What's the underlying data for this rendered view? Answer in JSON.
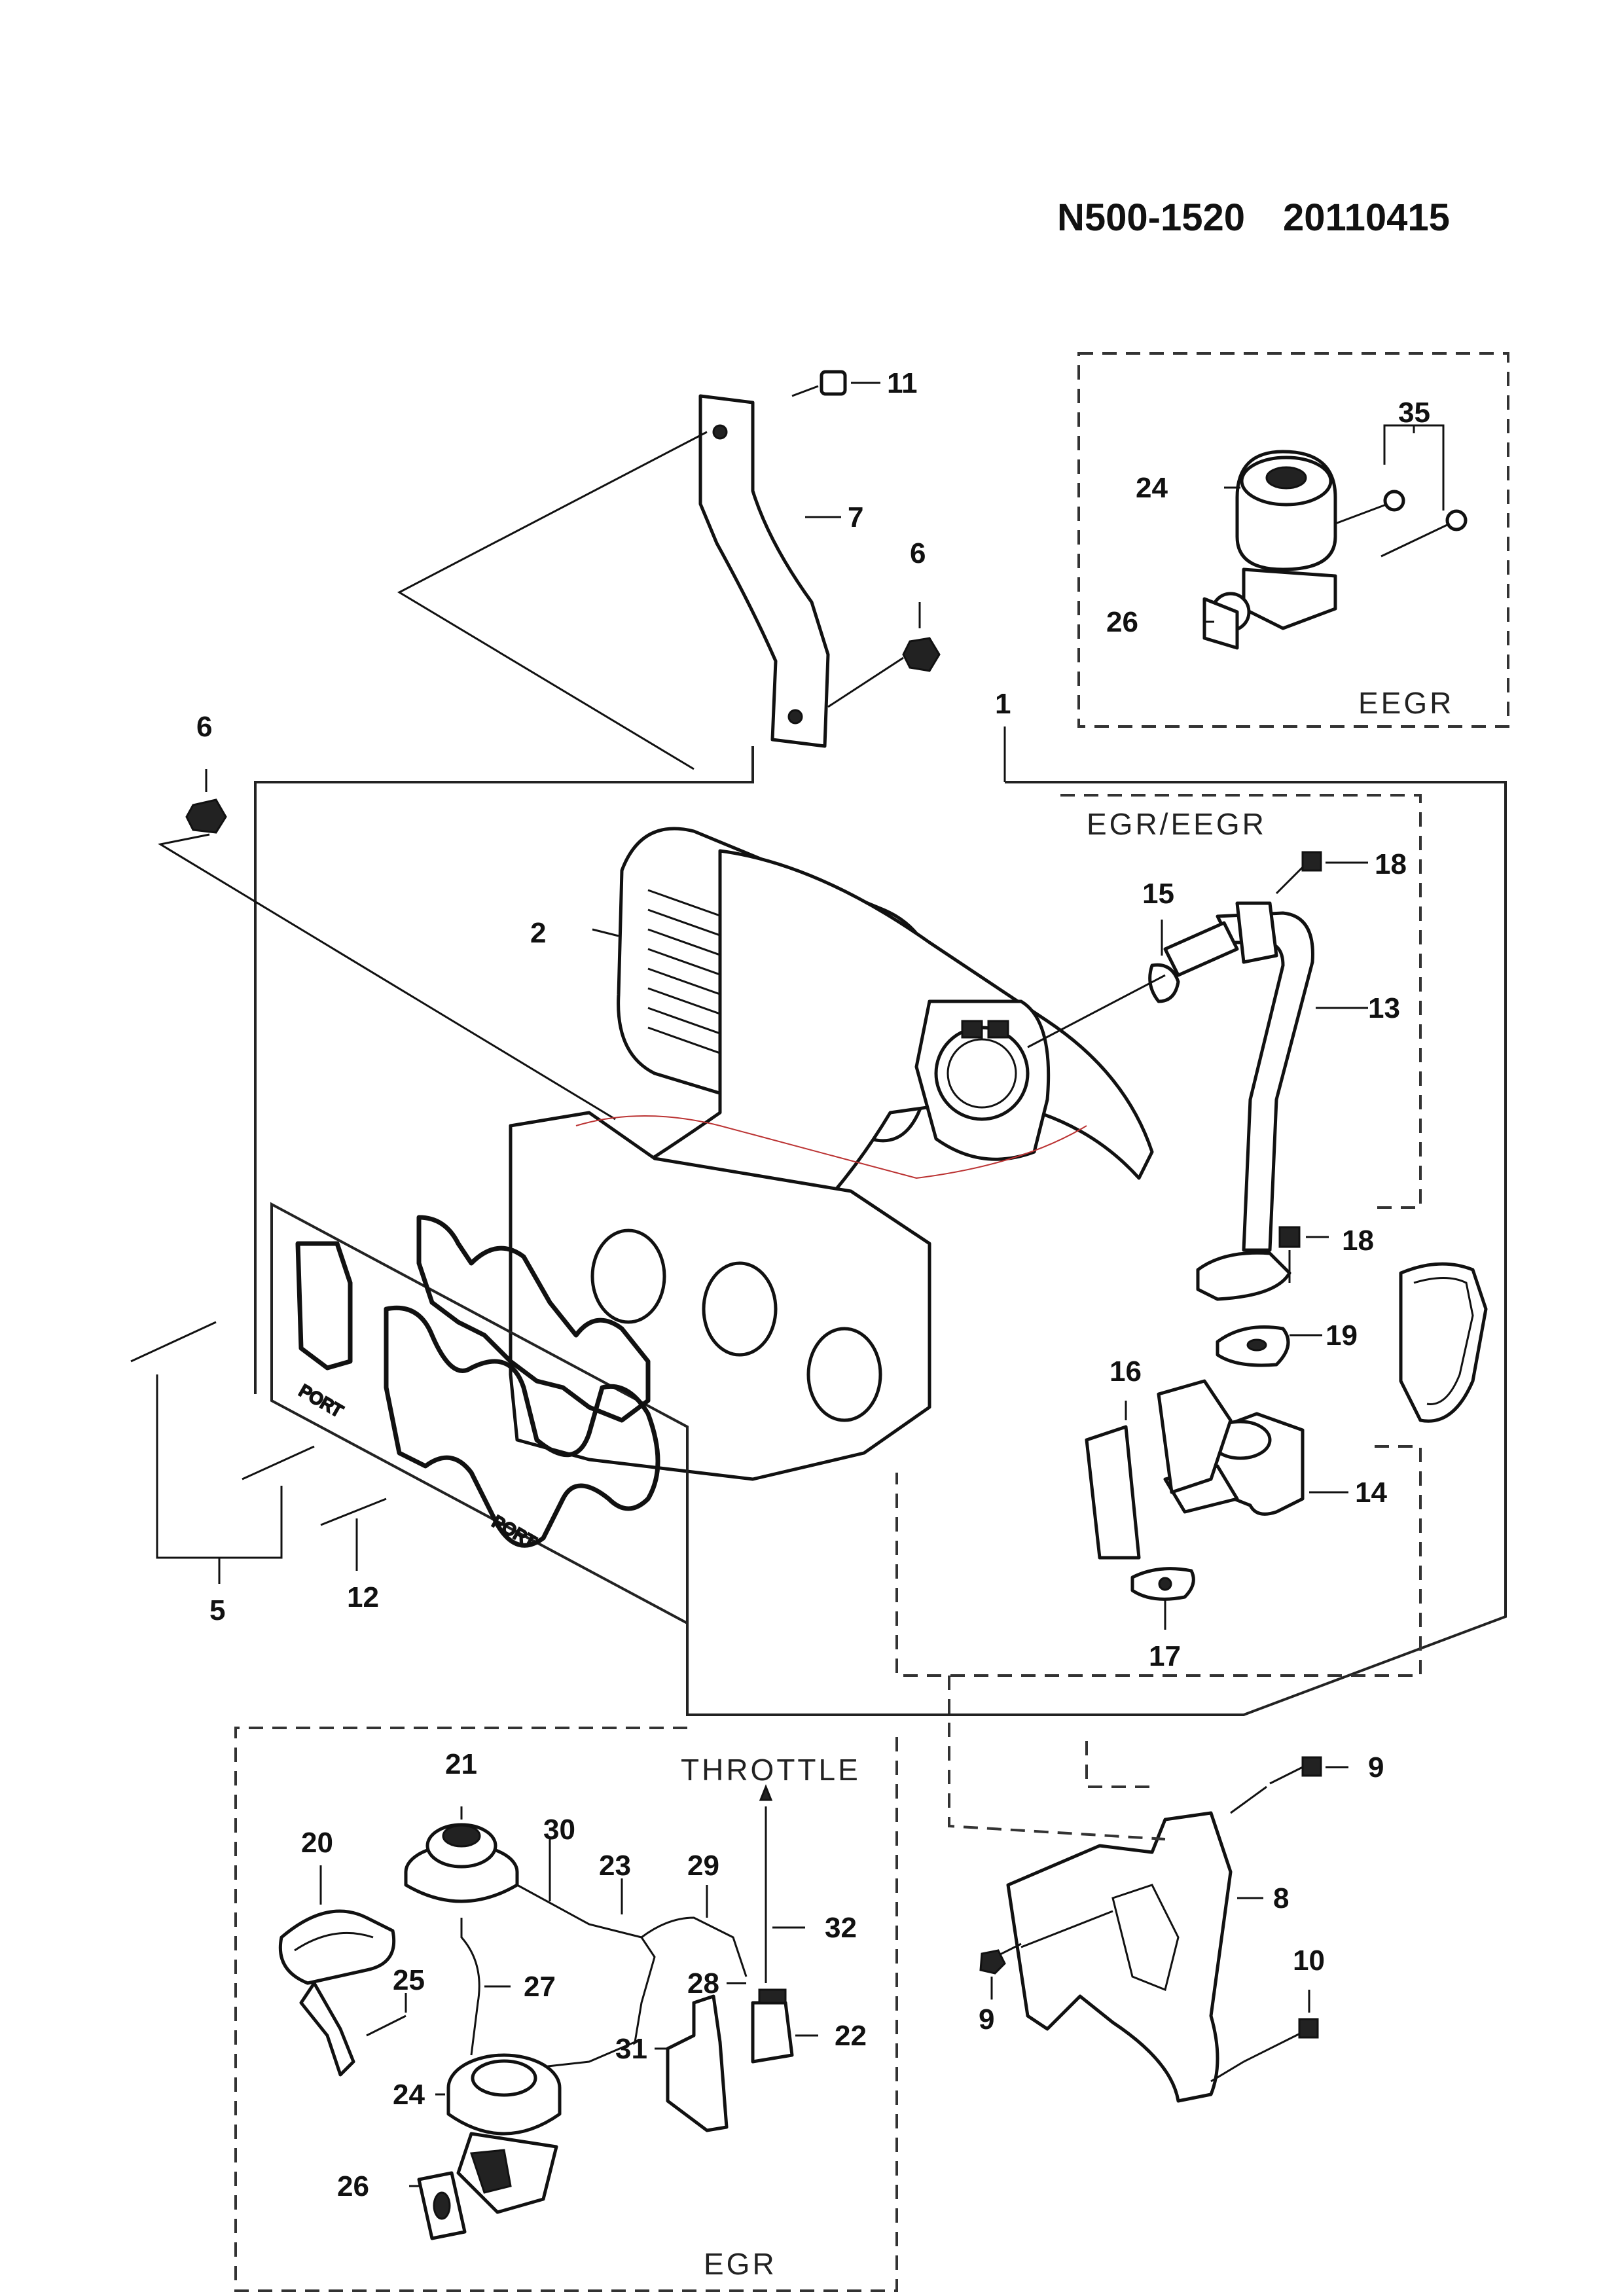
{
  "document": {
    "id": "N500-1520",
    "date": "20110415"
  },
  "sections": {
    "eegr": "EEGR",
    "egr_eegr": "EGR/EEGR",
    "throttle": "THROTTLE",
    "egr": "EGR"
  },
  "callouts": {
    "c1": "1",
    "c2": "2",
    "c5": "5",
    "c6a": "6",
    "c6b": "6",
    "c7": "7",
    "c8": "8",
    "c9a": "9",
    "c9b": "9",
    "c10": "10",
    "c11": "11",
    "c12": "12",
    "c13": "13",
    "c14": "14",
    "c15": "15",
    "c16": "16",
    "c17": "17",
    "c18a": "18",
    "c18b": "18",
    "c19": "19",
    "c20": "20",
    "c21": "21",
    "c22": "22",
    "c23": "23",
    "c24a": "24",
    "c24b": "24",
    "c25": "25",
    "c26a": "26",
    "c26b": "26",
    "c27": "27",
    "c28": "28",
    "c29": "29",
    "c30": "30",
    "c31": "31",
    "c32": "32",
    "c35": "35"
  },
  "gasket_text": {
    "port": "PORT"
  }
}
